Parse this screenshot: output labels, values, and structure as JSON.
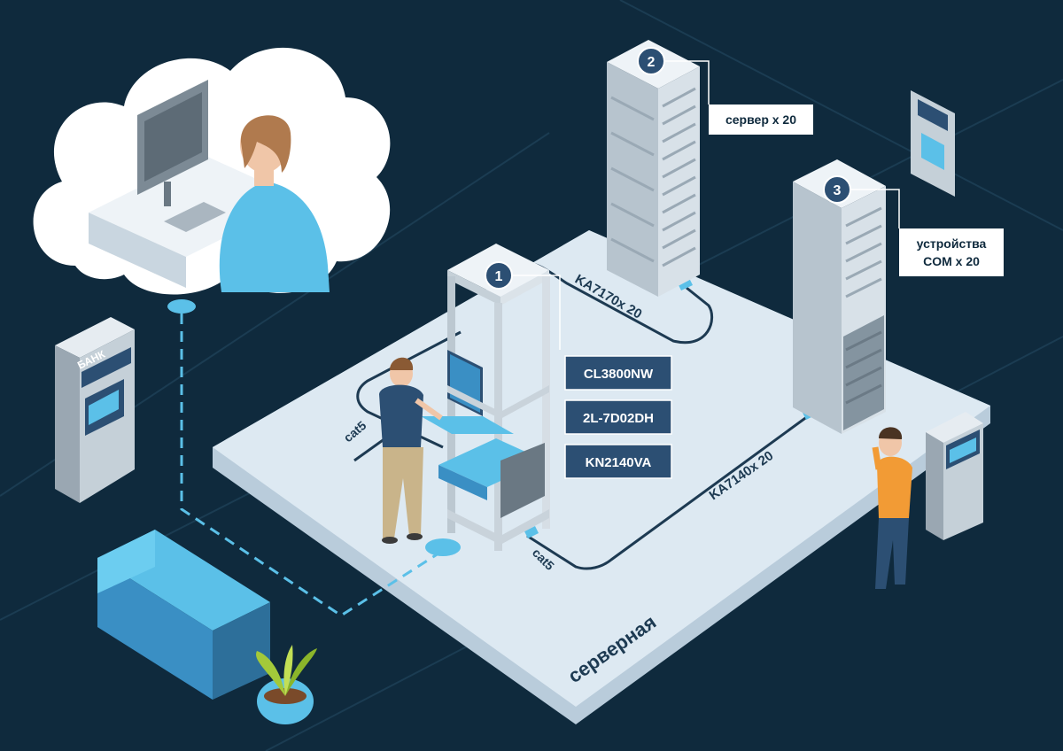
{
  "callouts": [
    {
      "number": "1"
    },
    {
      "number": "2",
      "text": "сервер x 20"
    },
    {
      "number": "3",
      "text_line1": "устройства",
      "text_line2": "COM x 20"
    }
  ],
  "devices": [
    "CL3800NW",
    "2L-7D02DH",
    "KN2140VA"
  ],
  "cables": {
    "top": "KA7170x 20",
    "right": "KA7140x 20",
    "left": "cat5",
    "bottom": "cat5"
  },
  "atm_sign": "БАНК",
  "floor_label": "серверная",
  "colors": {
    "background": "#0f2a3d",
    "floor": "#dde9f2",
    "box": "#2c4f73",
    "accent": "#5bc0e8",
    "sofa": "#3a8fc4"
  }
}
